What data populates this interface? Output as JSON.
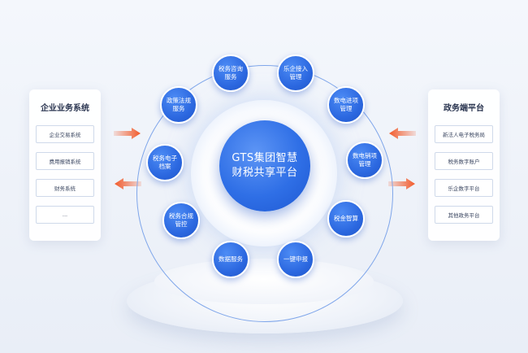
{
  "left_panel": {
    "title": "企业业务系统",
    "items": [
      "企业交易系统",
      "费用报销系统",
      "财务系统",
      "..."
    ]
  },
  "right_panel": {
    "title": "政务端平台",
    "items": [
      "新法人电子税务局",
      "税务数字账户",
      "乐企数字平台",
      "其他政务平台"
    ]
  },
  "center": {
    "line1": "GTS集团智慧",
    "line2": "财税共享平台"
  },
  "nodes": [
    {
      "l1": "税务咨询",
      "l2": "服务"
    },
    {
      "l1": "乐企接入",
      "l2": "管理"
    },
    {
      "l1": "数电进项",
      "l2": "管理"
    },
    {
      "l1": "数电销项",
      "l2": "管理"
    },
    {
      "l1": "税金智算",
      "l2": ""
    },
    {
      "l1": "一键申报",
      "l2": ""
    },
    {
      "l1": "数据服务",
      "l2": ""
    },
    {
      "l1": "税务合规",
      "l2": "管控"
    },
    {
      "l1": "税务电子",
      "l2": "档案"
    },
    {
      "l1": "政策法规",
      "l2": "服务"
    }
  ],
  "colors": {
    "node_blue": "#2c68e0",
    "orbit": "#7fa6ea",
    "arrow_orange": "#f25a2a"
  }
}
